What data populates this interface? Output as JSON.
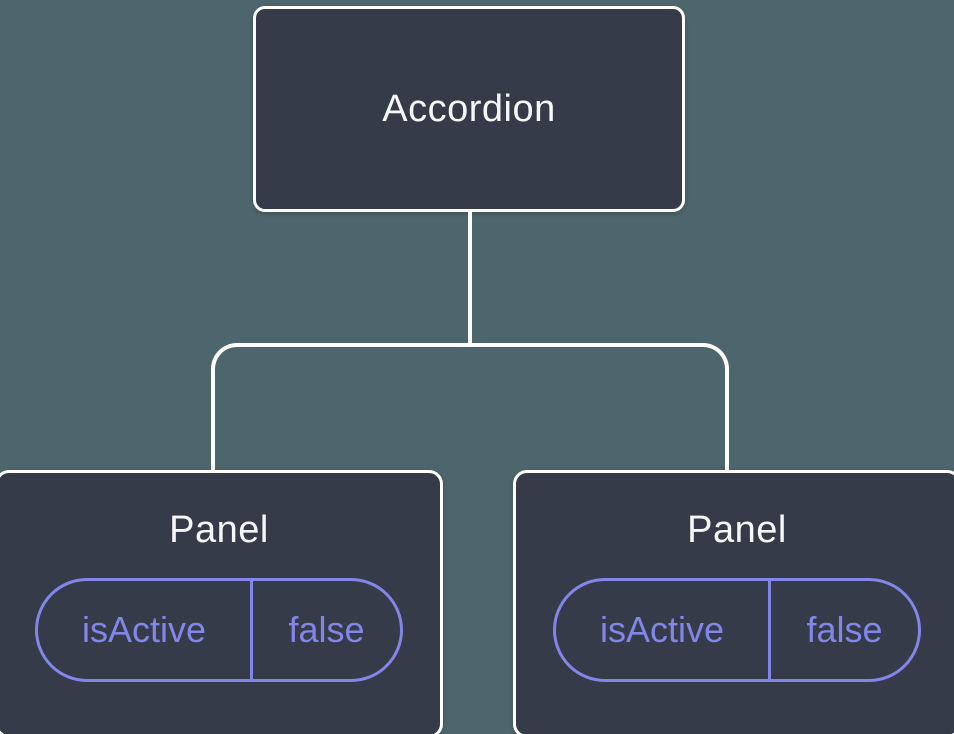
{
  "tree": {
    "root": {
      "label": "Accordion"
    },
    "children": [
      {
        "label": "Panel",
        "state": {
          "name": "isActive",
          "value": "false"
        }
      },
      {
        "label": "Panel",
        "state": {
          "name": "isActive",
          "value": "false"
        }
      }
    ]
  },
  "colors": {
    "background": "#4D656C",
    "node_fill": "#353B48",
    "node_border": "#FFFFFF",
    "connector": "#FFFFFF",
    "accent": "#8286E8",
    "title_text": "#F6F7F9"
  }
}
